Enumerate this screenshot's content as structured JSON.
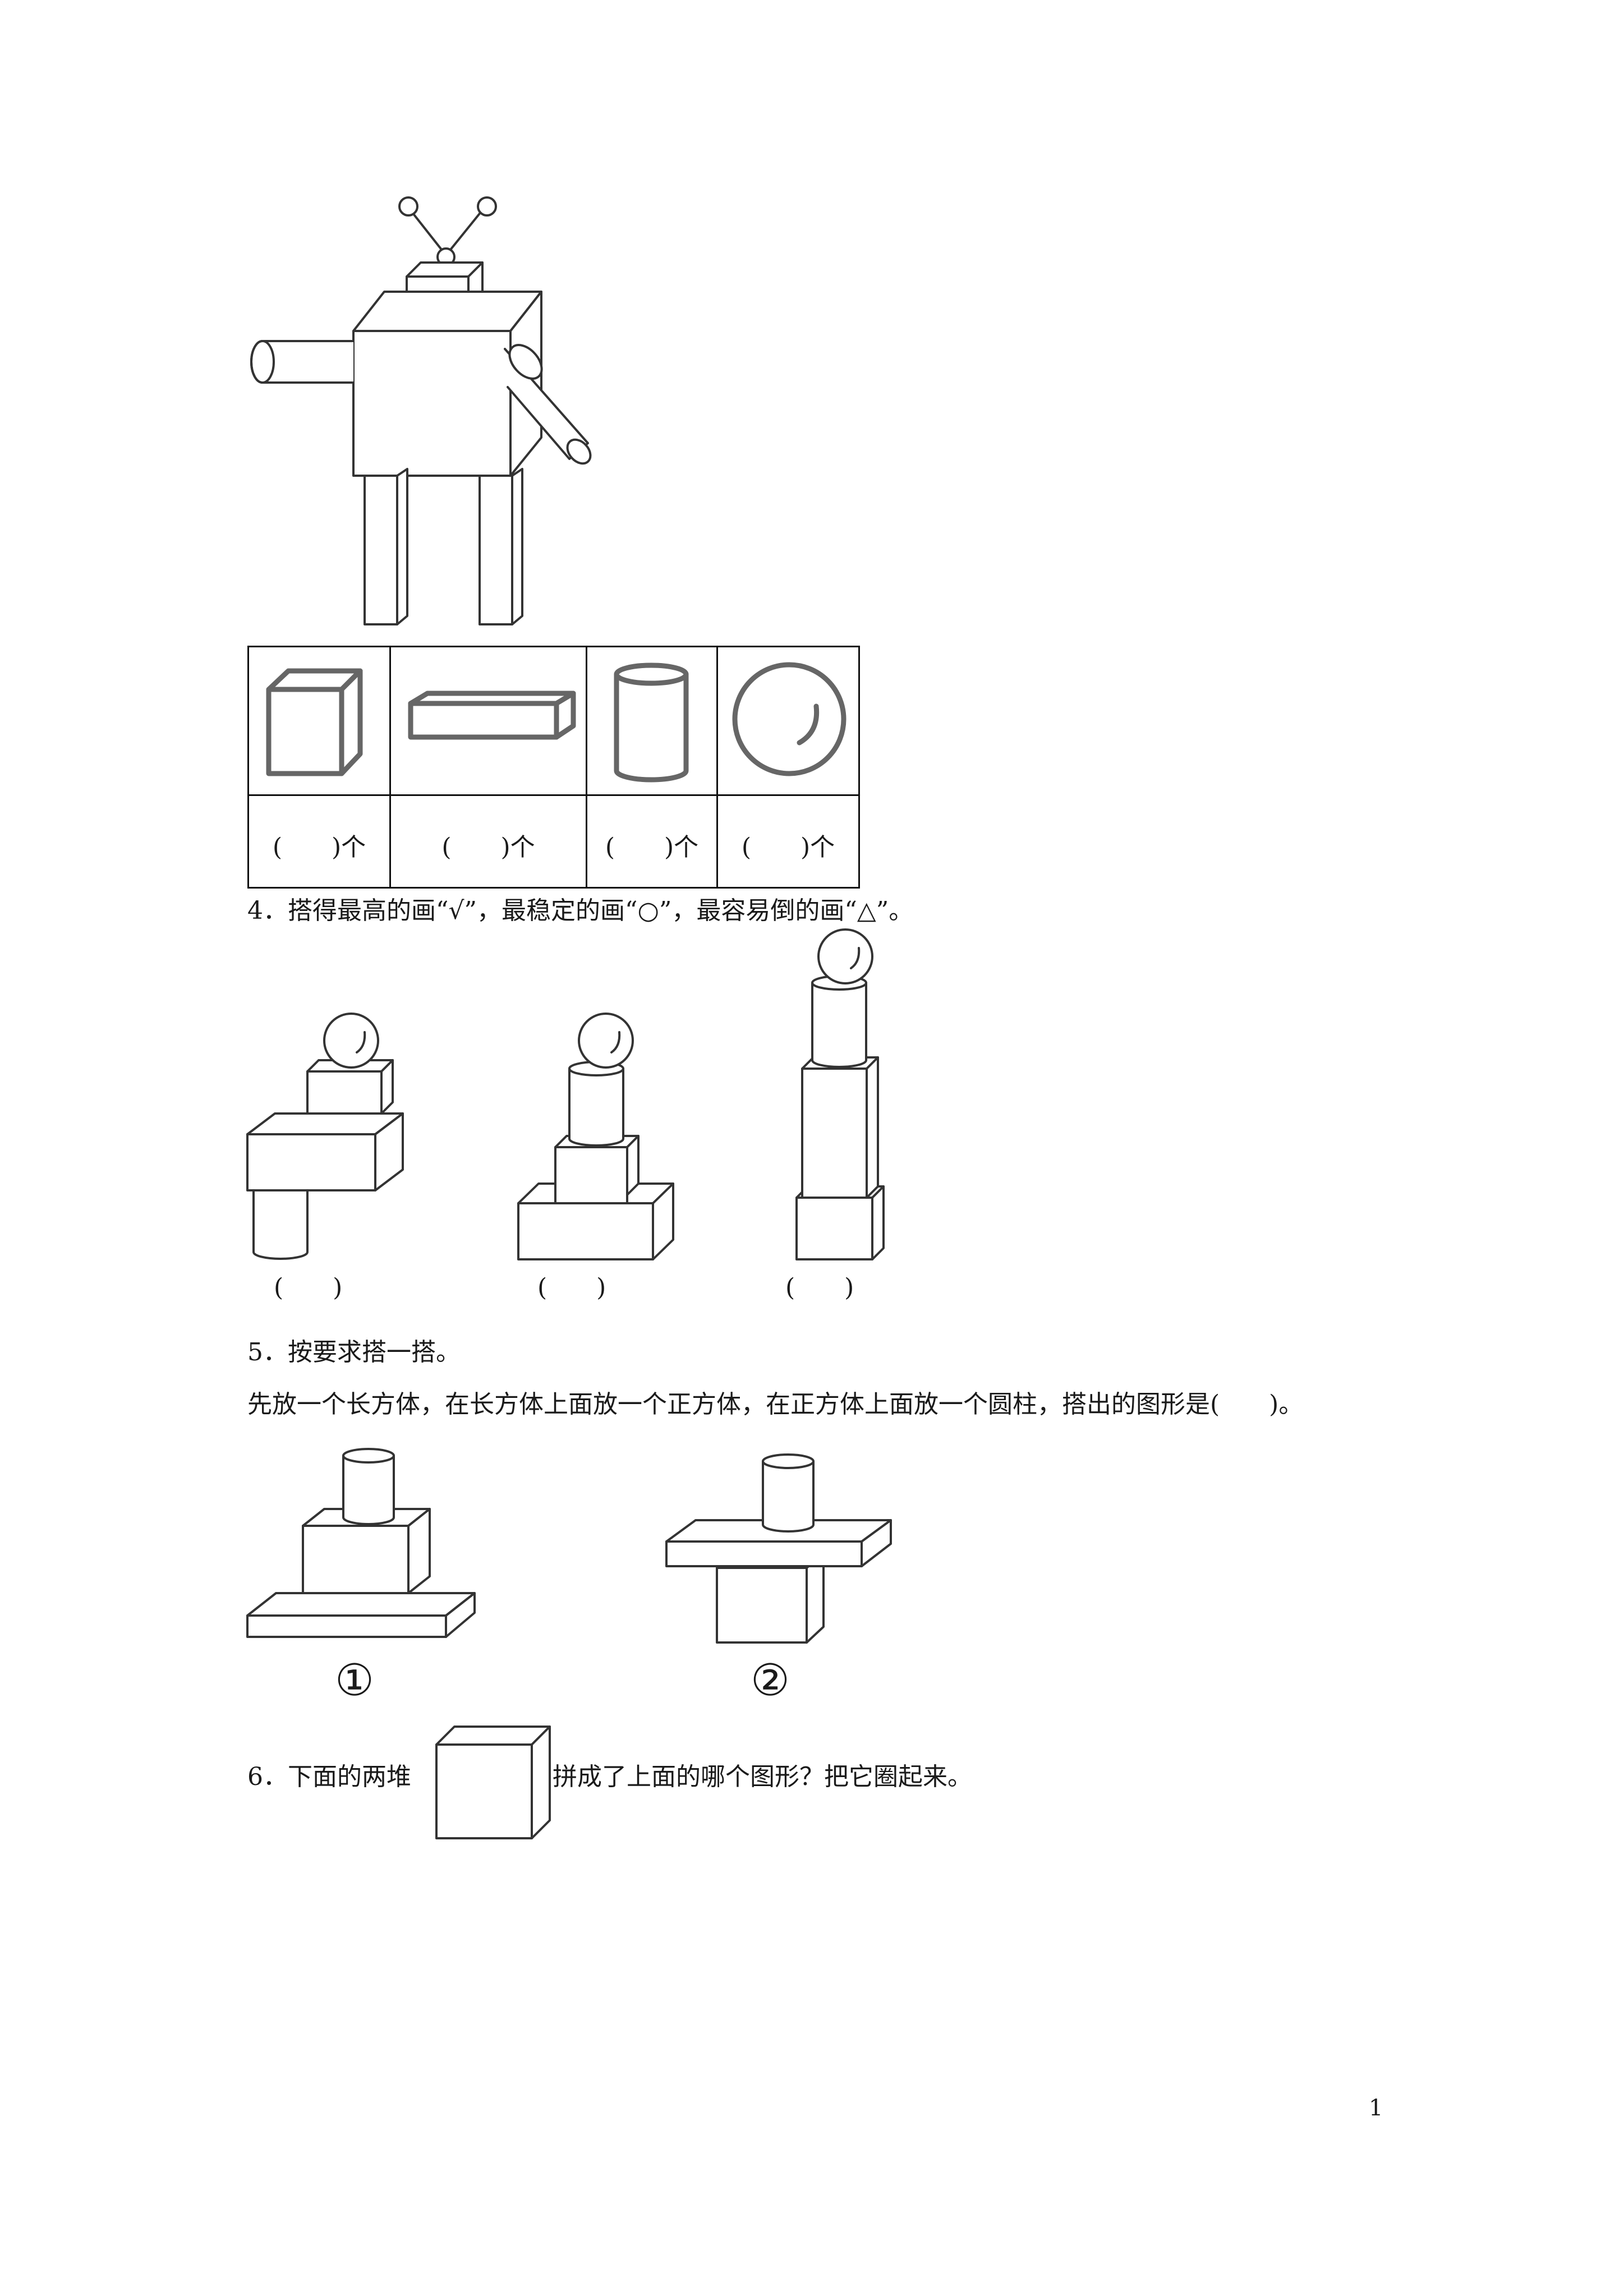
{
  "counts": [
    {
      "label": "(　　)个",
      "shape": "cube-icon"
    },
    {
      "label": "(　　)个",
      "shape": "cuboid-icon"
    },
    {
      "label": "(　　)个",
      "shape": "cylinder-icon"
    },
    {
      "label": "(　　)个",
      "shape": "sphere-icon"
    }
  ],
  "q4": {
    "text": "4．搭得最高的画“√”，最稳定的画“○”，最容易倒的画“△”。",
    "blanks": [
      "(　　)",
      "(　　)",
      "(　　)"
    ]
  },
  "q5": {
    "title": "5．按要求搭一搭。",
    "text": "先放一个长方体，在长方体上面放一个正方体，在正方体上面放一个圆柱，搭出的图形是(　　)。",
    "options": [
      "①",
      "②"
    ]
  },
  "q6": {
    "text_before": "6．下面的两堆",
    "text_after": "拼成了上面的哪个图形？把它圈起来。"
  },
  "page_number": "1"
}
